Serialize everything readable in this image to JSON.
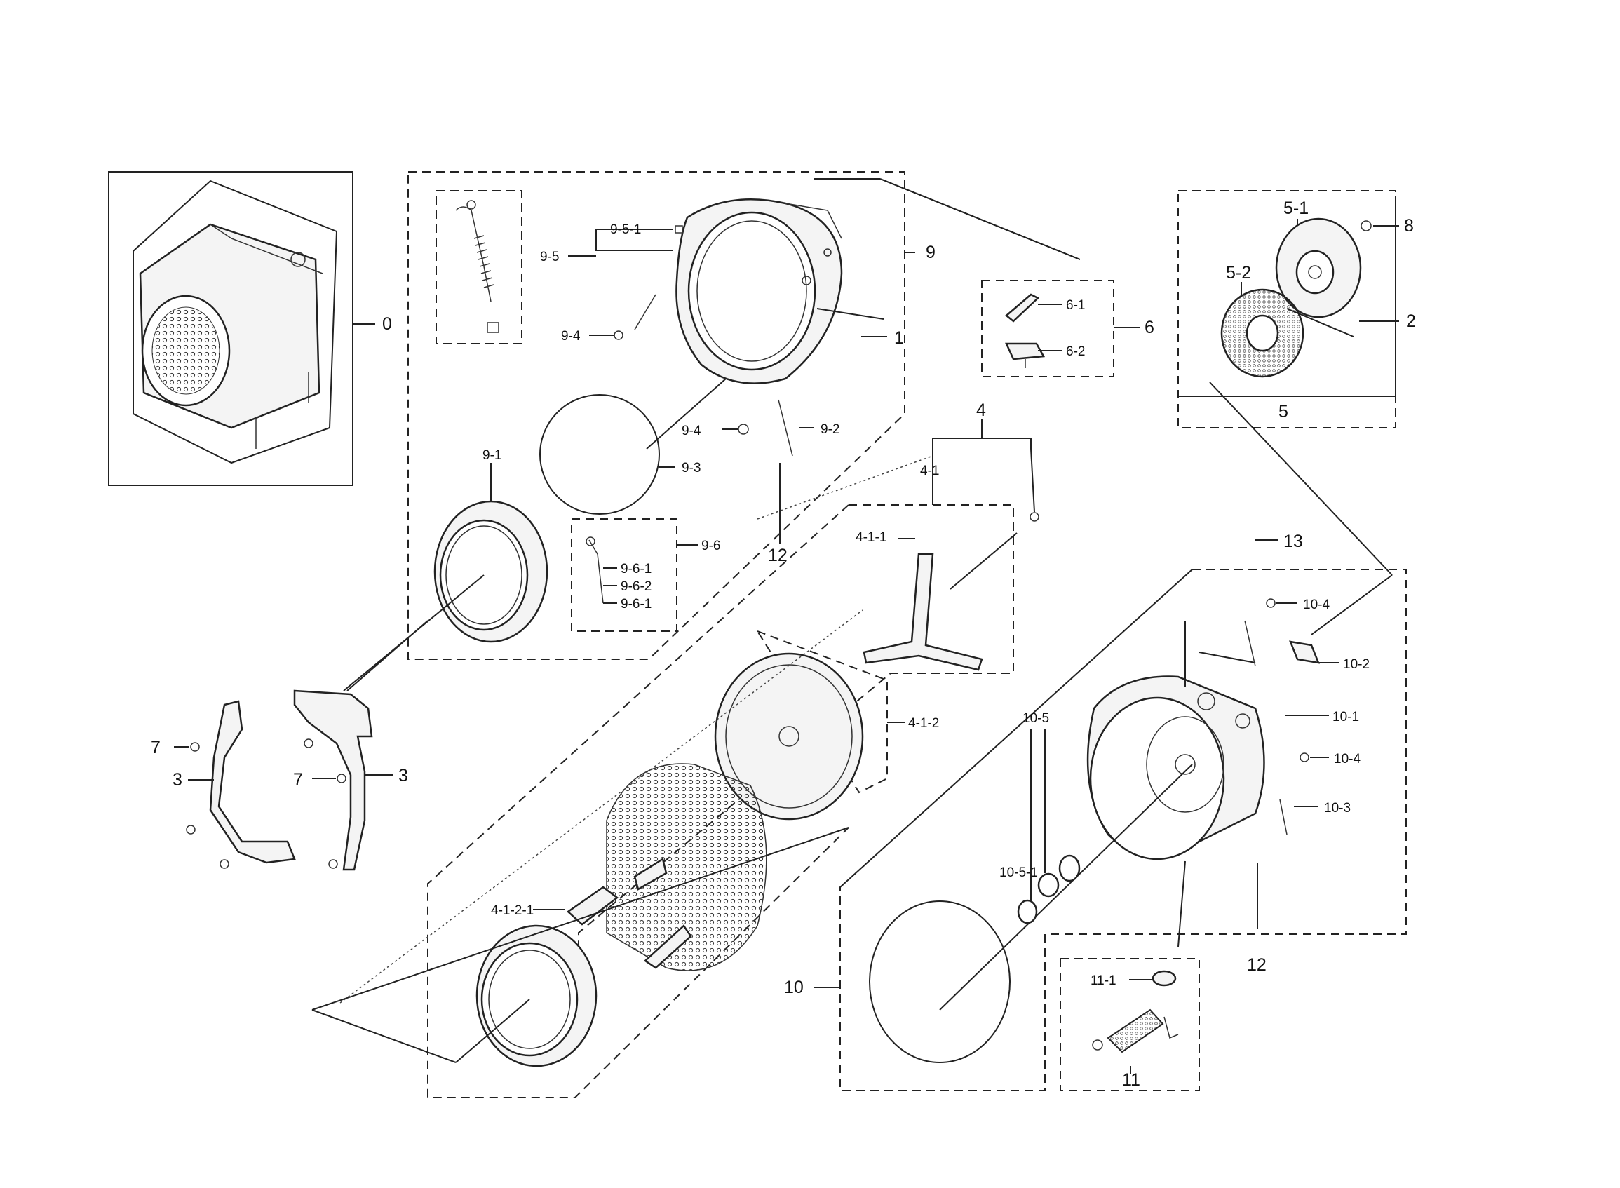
{
  "labels": {
    "l0": "0",
    "l1": "1",
    "l2": "2",
    "l3a": "3",
    "l3b": "3",
    "l4": "4",
    "l4_1": "4-1",
    "l4_1_1": "4-1-1",
    "l4_1_2": "4-1-2",
    "l4_1_2_1": "4-1-2-1",
    "l5": "5",
    "l5_1": "5-1",
    "l5_2": "5-2",
    "l6": "6",
    "l6_1": "6-1",
    "l6_2": "6-2",
    "l7a": "7",
    "l7b": "7",
    "l8": "8",
    "l9": "9",
    "l9_1": "9-1",
    "l9_2": "9-2",
    "l9_3": "9-3",
    "l9_4a": "9-4",
    "l9_4b": "9-4",
    "l9_5": "9-5",
    "l9_5_1": "9-5-1",
    "l9_6": "9-6",
    "l9_6_1a": "9-6-1",
    "l9_6_2": "9-6-2",
    "l9_6_1b": "9-6-1",
    "l10": "10",
    "l10_1": "10-1",
    "l10_2": "10-2",
    "l10_3": "10-3",
    "l10_4a": "10-4",
    "l10_4b": "10-4",
    "l10_5": "10-5",
    "l10_5_1": "10-5-1",
    "l11": "11",
    "l11_1": "11-1",
    "l12a": "12",
    "l12b": "12",
    "l13": "13"
  }
}
